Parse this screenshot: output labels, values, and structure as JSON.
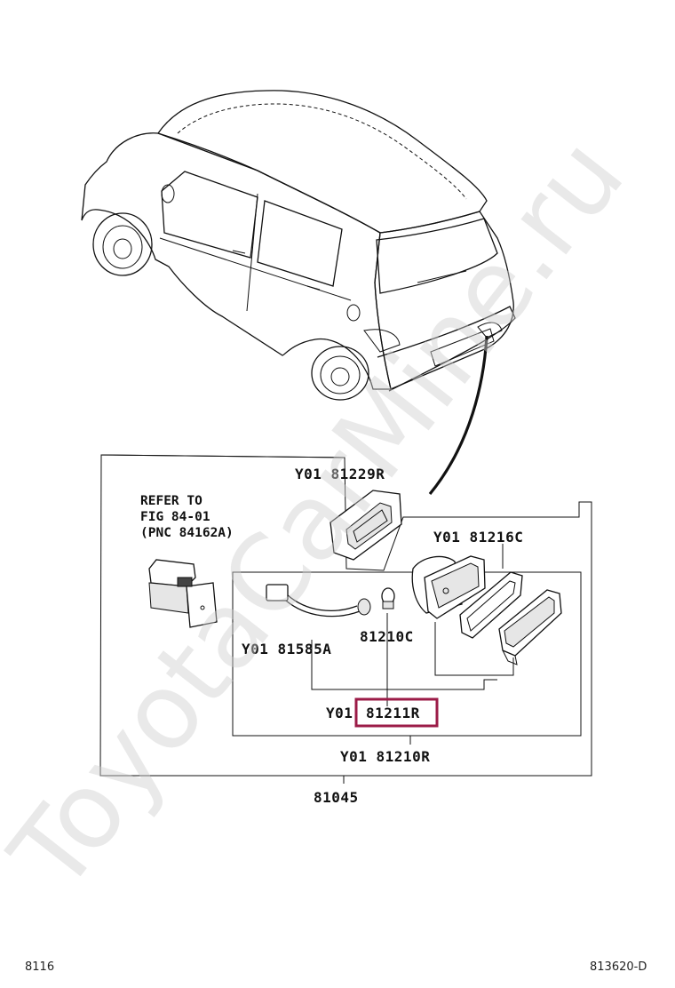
{
  "parts": {
    "p81229r": "Y01 81229R",
    "p81216c": "Y01 81216C",
    "p81585a": "Y01 81585A",
    "p81210c": "81210C",
    "p81211r_prefix": "Y01",
    "p81211r_code": "81211R",
    "p81210r": "Y01 81210R",
    "p81045": "81045"
  },
  "reference_note": {
    "line1": "REFER TO",
    "line2": "FIG 84-01",
    "line3": "(PNC 84162A)"
  },
  "footer": {
    "left": "8116",
    "right": "813620-D"
  },
  "watermark": "ToyotaCarMine.ru",
  "colors": {
    "highlight": "#9b1b47",
    "ink": "#111111"
  }
}
